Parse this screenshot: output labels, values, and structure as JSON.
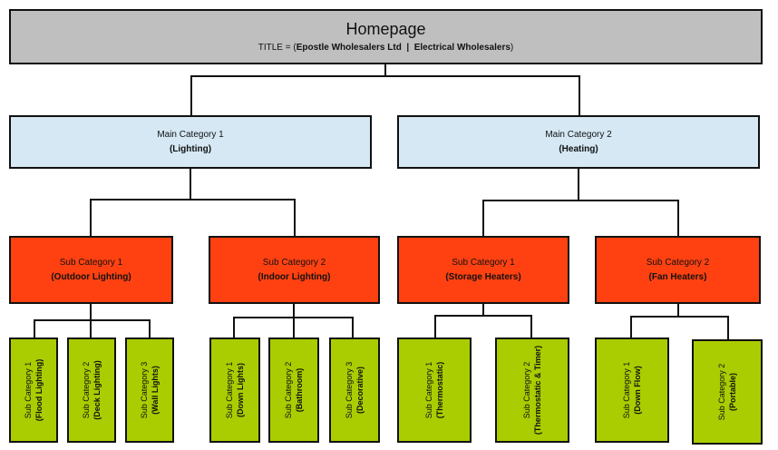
{
  "homepage": {
    "title": "Homepage",
    "subtitle_prefix": "TITLE = (",
    "subtitle_bold": "Epostle Wholesalers Ltd  |  Electrical Wholesalers",
    "subtitle_suffix": ")"
  },
  "main_categories": [
    {
      "label": "Main Category 1",
      "name": "(Lighting)"
    },
    {
      "label": "Main Category 2",
      "name": "(Heating)"
    }
  ],
  "sub_categories": [
    {
      "label": "Sub Category 1",
      "name": "(Outdoor Lighting)"
    },
    {
      "label": "Sub Category 2",
      "name": "(Indoor Lighting)"
    },
    {
      "label": "Sub Category 1",
      "name": "(Storage Heaters)"
    },
    {
      "label": "Sub Category 2",
      "name": "(Fan Heaters)"
    }
  ],
  "leaves": [
    {
      "label": "Sub Category 1",
      "name": "(Flood Lighting)"
    },
    {
      "label": "Sub Category 2",
      "name": "(Deck Lighting)"
    },
    {
      "label": "Sub Category 3",
      "name": "(Wall Lights)"
    },
    {
      "label": "Sub Category 1",
      "name": "(Down Lights)"
    },
    {
      "label": "Sub Category 2",
      "name": "(Bathroom)"
    },
    {
      "label": "Sub Category 3",
      "name": "(Decorative)"
    },
    {
      "label": "Sub Category 1",
      "name": "(Thermostatic)"
    },
    {
      "label": "Sub Category 2",
      "name": "(Thermostatic & Timer)"
    },
    {
      "label": "Sub Category 1",
      "name": "(Down Flow)"
    },
    {
      "label": "Sub Category 2",
      "name": "(Portable)"
    }
  ],
  "colors": {
    "homepage": "#bfbfbf",
    "main_category": "#d5e8f4",
    "sub_category": "#ff4111",
    "leaf_category": "#a9cd00",
    "connector": "#111111"
  }
}
